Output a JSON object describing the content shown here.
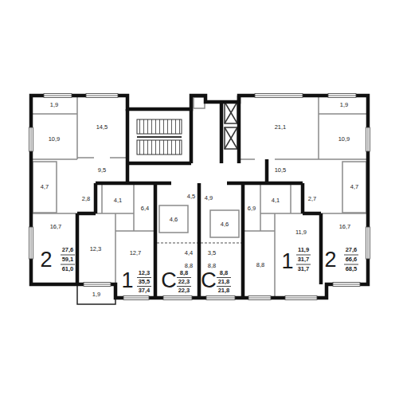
{
  "diagram": {
    "labels": [
      "1,9",
      "14,5",
      "21,1",
      "1,9",
      "10,9",
      "10,9",
      "9,5",
      "10,5",
      "4,7",
      "4,7",
      "2,8",
      "4,1",
      "6,4",
      "4,5",
      "4,9",
      "6,9",
      "4,1",
      "2,7",
      "4,6",
      "4,6",
      "16,7",
      "16,7",
      "11,9",
      "12,3",
      "12,7",
      "4,4",
      "3,5",
      "8,8",
      "8,8",
      "8,8",
      "2",
      "27,6",
      "59,1",
      "61,0",
      "1",
      "12,3",
      "35,5",
      "37,4",
      "С",
      "8,8",
      "22,3",
      "22,3",
      "С",
      "8,8",
      "21,8",
      "21,8",
      "1",
      "11,9",
      "31,7",
      "31,7",
      "2",
      "27,6",
      "66,6",
      "68,5",
      "1,9"
    ]
  }
}
